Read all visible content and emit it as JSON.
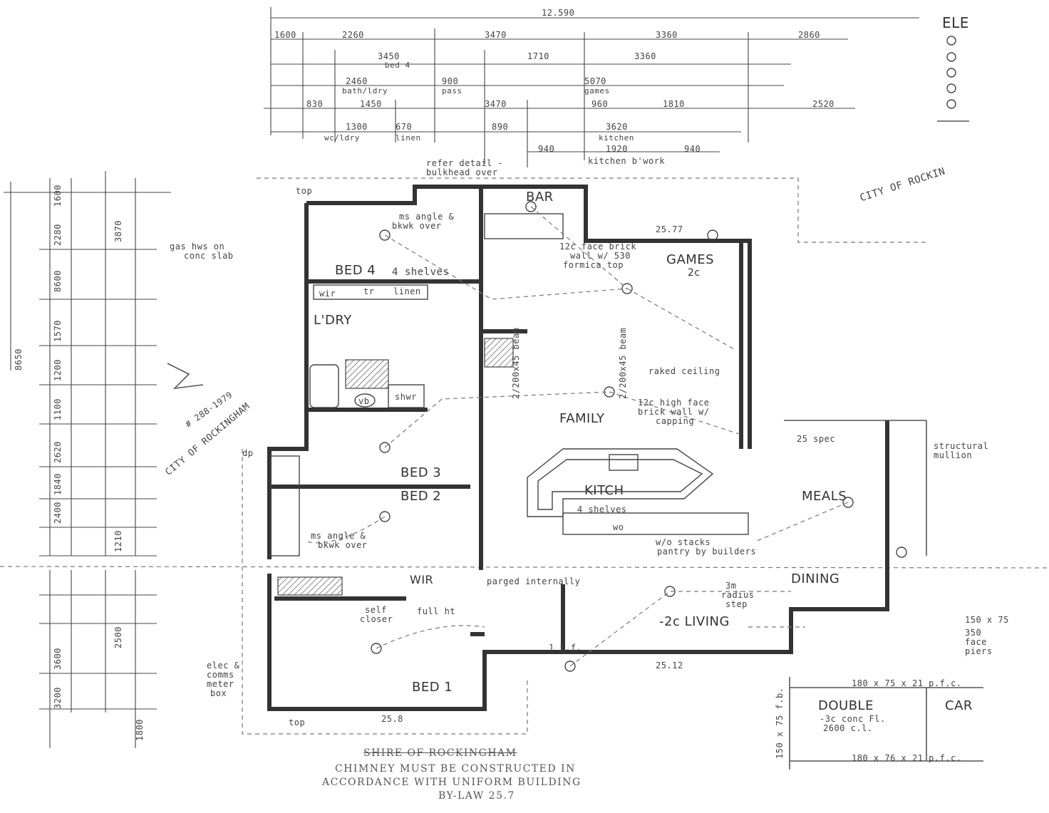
{
  "rooms": {
    "bar": "BAR",
    "games": "GAMES",
    "games_level": "2c",
    "bed4": "BED 4",
    "bed4_shelves": "4 shelves",
    "ldry": "L'DRY",
    "family": "FAMILY",
    "bed3": "BED 3",
    "bed2": "BED 2",
    "kitch": "KITCH",
    "meals": "MEALS",
    "dining": "DINING",
    "living": "-2c LIVING",
    "bed1": "BED 1",
    "double": "DOUBLE",
    "car": "CAR",
    "wir": "WIR"
  },
  "notes": {
    "refer_detail": "refer detail -",
    "bulkhead": "bulkhead over",
    "ms_angle": "ms angle &",
    "bkwk_over": "bkwk over",
    "brick_wall_1": "12c face brick",
    "brick_wall_2": "wall w/ 530",
    "brick_wall_3": "formica top",
    "gas_hws_1": "gas hws on",
    "gas_hws_2": "conc slab",
    "raked": "raked ceiling",
    "brick_cap_1": "12c high face",
    "brick_cap_2": "brick wall w/",
    "brick_cap_3": "capping",
    "four_shelves": "4 shelves",
    "mullion_1": "structural",
    "mullion_2": "mullion",
    "self_closer_1": "self",
    "self_closer_2": "closer",
    "full_ht": "full ht",
    "ms_angle2_1": "ms angle &",
    "ms_angle2_2": "bkwk over",
    "parged": "parged internally",
    "radius_1": "3m",
    "radius_2": "radius",
    "radius_3": "step",
    "elec_1": "elec &",
    "elec_2": "comms",
    "elec_3": "meter",
    "elec_4": "box",
    "garage_1": "-3c conc Fl.",
    "garage_2": "2600 c.l.",
    "piers_1": "350",
    "piers_2": "face",
    "piers_3": "piers",
    "city": "CITY OF ROCKIN",
    "city_diag": "CITY OF ROCKINGHAM",
    "top1": "top",
    "top2": "top",
    "dp": "dp",
    "wo": "wo",
    "linen": "linen",
    "wir_s": "wir",
    "tr": "tr",
    "shwr": "shwr",
    "vb": "vb",
    "pantry": "w/o stacks",
    "pantry2": "pantry by builders",
    "family_tf": "1 t.f.",
    "beam1": "2/200x45 beam",
    "beam2": "2/200x45 beam",
    "handwrite": "# 288-1979"
  },
  "dims": {
    "total_top": "12.590",
    "r1": [
      "1600",
      "2260",
      "3470",
      "3360",
      "2860"
    ],
    "r2": [
      "3450",
      "1710",
      "3360"
    ],
    "r2b": "bed 4",
    "r3": [
      "2460",
      "900",
      "5070"
    ],
    "r3b": [
      "bath/ldry",
      "pass",
      "games"
    ],
    "r4": [
      "830",
      "1450",
      "3470",
      "960",
      "1810",
      "2520"
    ],
    "r5": [
      "1300",
      "670",
      "890",
      "3620"
    ],
    "r5b": [
      "wc/ldry",
      "linen",
      "kitchen"
    ],
    "r6": [
      "940",
      "1920",
      "940"
    ],
    "r6b": "kitchen b'work",
    "left": [
      "1600",
      "2280",
      "8600",
      "1570",
      "1200",
      "1100",
      "3870",
      "2620",
      "1840",
      "2400",
      "1210",
      "3600",
      "2500",
      "3200",
      "1800"
    ],
    "left_total": "8650",
    "inner": [
      "25.77",
      "25.12",
      "25.8",
      "25 spec"
    ],
    "garage_a": "180 x 75 x 21 p.f.c.",
    "garage_b": "180 x 76 x 21 p.f.c.",
    "garage_c": "150 x 75 f.b.",
    "living_dim": "150 x 75"
  },
  "footer": {
    "struck": "SHIRE OF ROCKINGHAM",
    "line1": "CHIMNEY MUST BE CONSTRUCTED IN",
    "line2": "ACCORDANCE WITH UNIFORM BUILDING",
    "line3": "BY-LAW 25.7"
  },
  "legend_title": "ELE"
}
